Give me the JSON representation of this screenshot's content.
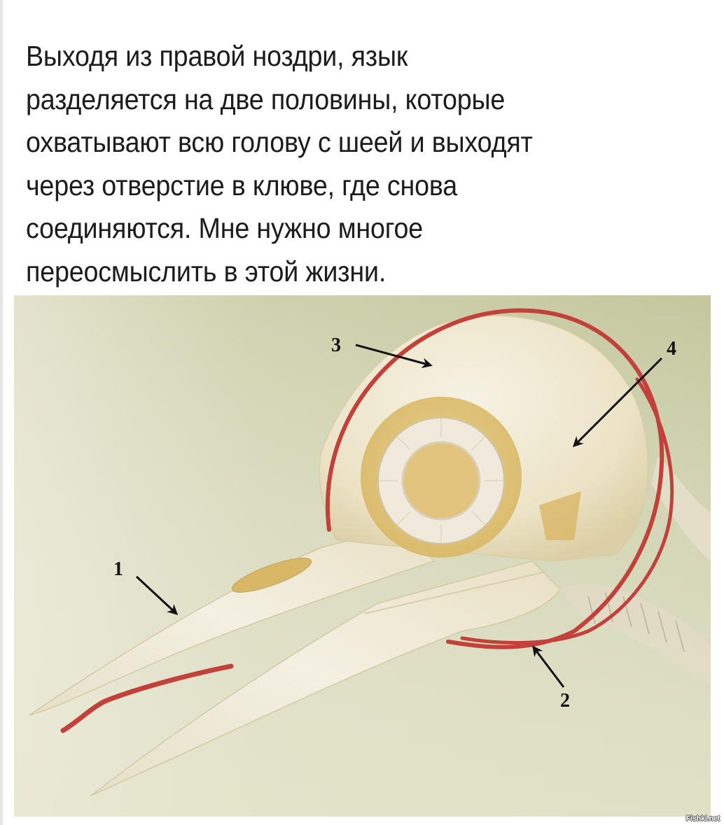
{
  "post": {
    "caption_lines": [
      "Выходя из правой ноздри, язык",
      "разделяется на две половины, которые",
      "охватывают всю голову с шеей и выходят",
      "через отверстие в клюве, где снова",
      "соединяются. Мне нужно многое",
      "переосмыслить в этой жизни."
    ]
  },
  "figure": {
    "subject": "woodpecker-skull-tongue-diagram",
    "labels": [
      "1",
      "2",
      "3",
      "4"
    ],
    "colors": {
      "background": "#cdd0ac",
      "bone": "#eee8d6",
      "tongue": "#c2413a",
      "arrow": "#111111"
    }
  },
  "watermark": "Fishki.net"
}
